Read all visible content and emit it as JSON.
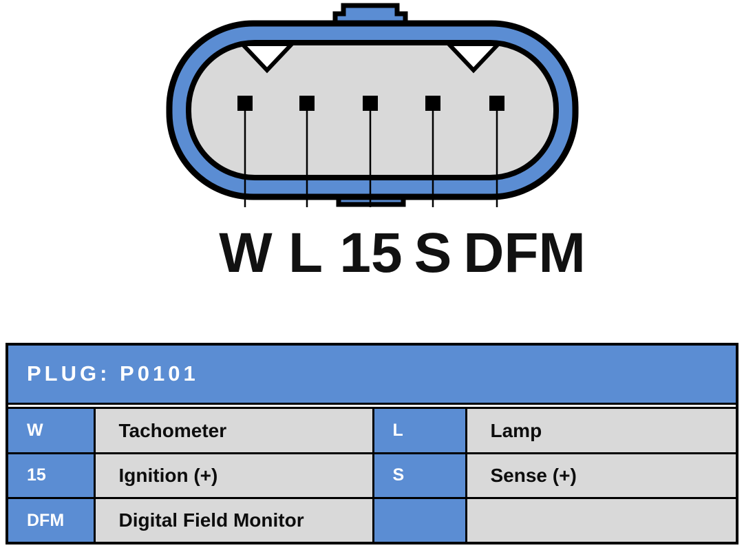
{
  "colors": {
    "blue": "#5b8dd3",
    "gray": "#d9d9d9",
    "outline": "#000000",
    "background": "#ffffff"
  },
  "connector": {
    "pin_labels": [
      "W",
      "L",
      "15",
      "S",
      "DFM"
    ]
  },
  "table": {
    "title": "PLUG: P0101",
    "rows": [
      [
        "W",
        "Tachometer",
        "L",
        "Lamp"
      ],
      [
        "15",
        "Ignition (+)",
        "S",
        "Sense (+)"
      ],
      [
        "DFM",
        "Digital Field Monitor",
        "",
        ""
      ]
    ]
  }
}
